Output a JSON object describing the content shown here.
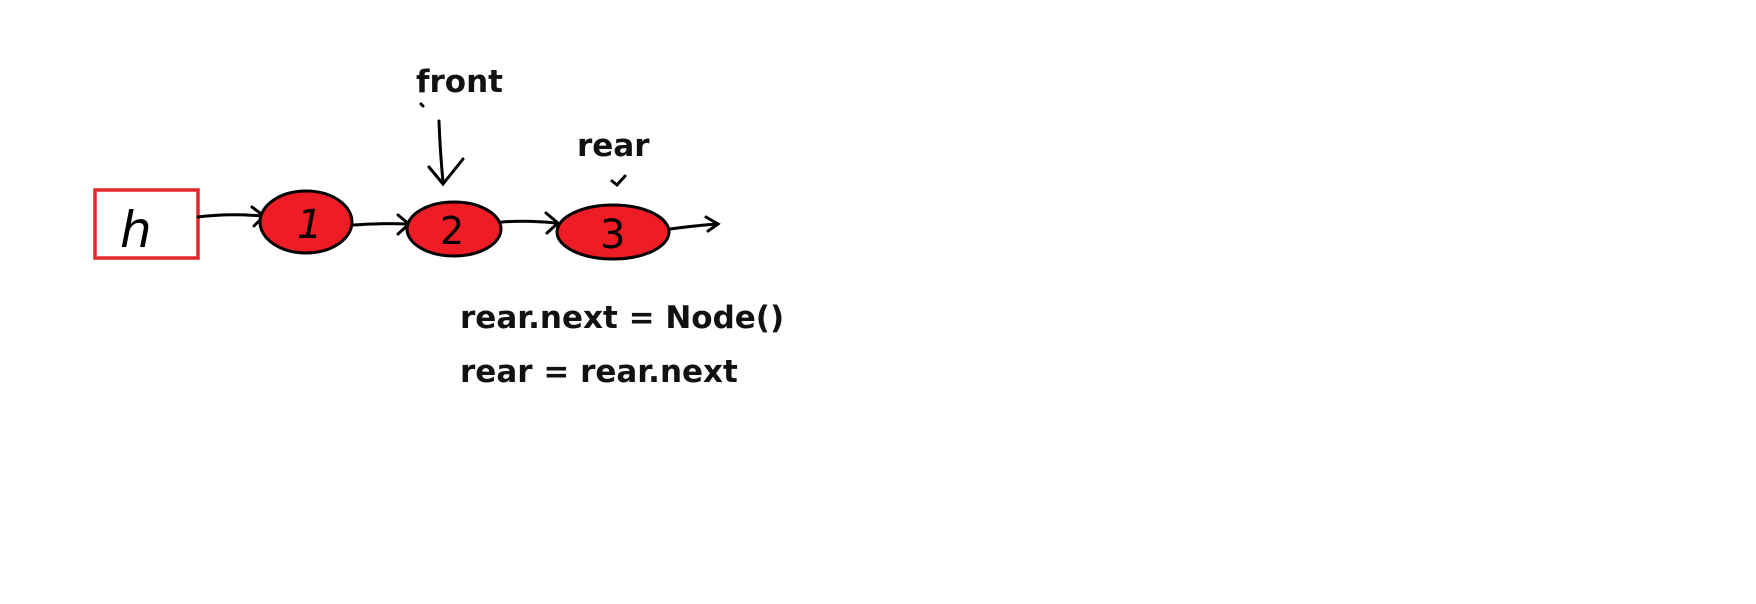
{
  "head_node": {
    "label": "h"
  },
  "nodes": [
    {
      "value": "1"
    },
    {
      "value": "2"
    },
    {
      "value": "3"
    }
  ],
  "pointers": {
    "front": {
      "label": "front",
      "target_node": "2"
    },
    "rear": {
      "label": "rear",
      "target_node": "3"
    }
  },
  "code": {
    "line1": "rear.next = Node()",
    "line2": "rear = rear.next"
  },
  "colors": {
    "node_fill": "#ee1c25",
    "head_border": "#e5262c",
    "stroke": "#000000"
  }
}
